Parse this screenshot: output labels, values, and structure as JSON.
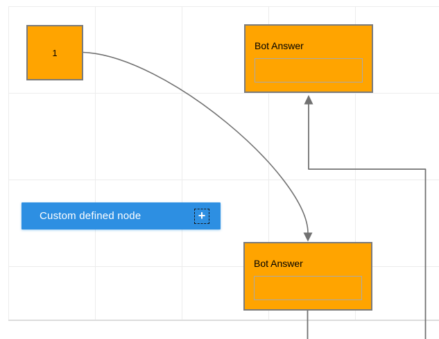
{
  "nodes": {
    "node1": {
      "label": "1"
    },
    "bot_answer_top": {
      "title": "Bot Answer",
      "textbox_value": ""
    },
    "bot_answer_bottom": {
      "title": "Bot Answer",
      "textbox_value": ""
    }
  },
  "palette_item": {
    "label": "Custom defined node",
    "plus_icon": "+"
  },
  "colors": {
    "node-fill": "#ffa400",
    "node-border": "#7a7a7a",
    "inner-border": "#a9a9a9",
    "connector": "#717171",
    "grid-line": "#ececec",
    "page-edge": "#dcdcdc",
    "accent-blue": "#2d8fe2",
    "node-text": "#000000",
    "button-text": "#ffffff"
  }
}
